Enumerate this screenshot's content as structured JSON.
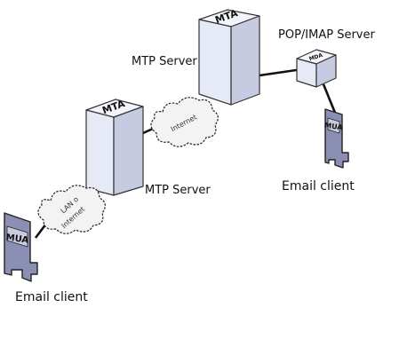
{
  "labels": {
    "mtp_server_top": "MTP Server",
    "mtp_server_bottom": "MTP Server",
    "pop_imap_server": "POP/IMAP Server",
    "email_client_right": "Email client",
    "email_client_left": "Email client"
  },
  "nodes": {
    "mta_top": "MTA",
    "mta_bottom": "MTA",
    "mda": "MDA",
    "mua_right": "MUA",
    "mua_left": "MUA"
  },
  "clouds": {
    "upper": "Internet",
    "lower_line1": "LAN o",
    "lower_line2": "Internet"
  },
  "colors": {
    "server_face": "#e6e9f6",
    "server_side": "#c7cbe2",
    "server_top": "#f4f5fb",
    "mua_fill": "#8b8fb3",
    "mua_screen": "#c9cce0",
    "cloud_fill": "#f3f3f3",
    "line": "#111111"
  }
}
